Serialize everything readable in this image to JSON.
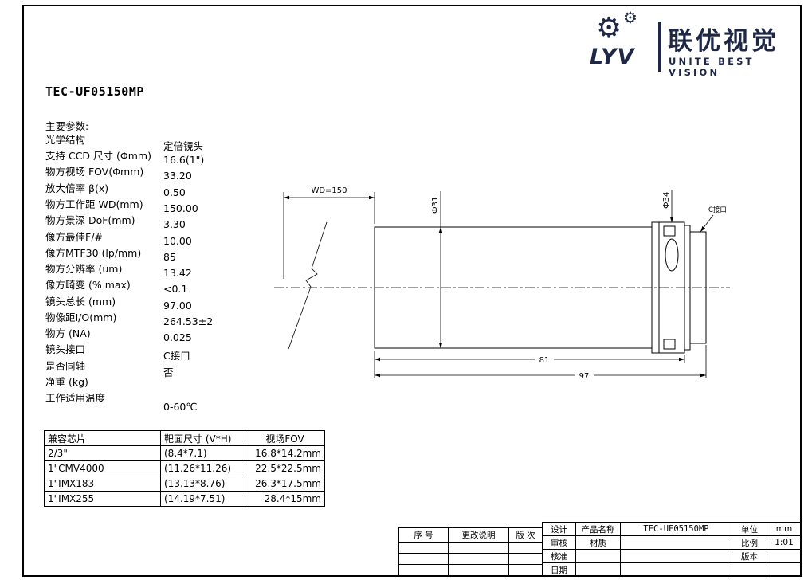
{
  "page": {
    "title": "TEC-UF05150MP",
    "section_params_label": "主要参数:"
  },
  "logo": {
    "mark": "LYV",
    "brand_cn": "联优视觉",
    "brand_en": "UNITE BEST VISION",
    "color": "#1e2746"
  },
  "params": [
    {
      "label": "光学结构",
      "value": "定倍镜头"
    },
    {
      "label": "支持 CCD 尺寸 (Φmm)",
      "value": "16.6(1\")"
    },
    {
      "label": "物方视场 FOV(Φmm)",
      "value": "33.20"
    },
    {
      "label": "放大倍率 β(x)",
      "value": "0.50"
    },
    {
      "label": "物方工作距 WD(mm)",
      "value": "150.00"
    },
    {
      "label": "物方景深 DoF(mm)",
      "value": "3.30"
    },
    {
      "label": "像方最佳F/#",
      "value": "10.00"
    },
    {
      "label": "像方MTF30 (lp/mm)",
      "value": "85"
    },
    {
      "label": "物方分辨率 (um)",
      "value": "13.42"
    },
    {
      "label": "像方畸变 (% max)",
      "value": "<0.1"
    },
    {
      "label": "镜头总长 (mm)",
      "value": "97.00"
    },
    {
      "label": "物像距I/O(mm)",
      "value": "264.53±2"
    },
    {
      "label": "物方 (NA)",
      "value": "0.025"
    },
    {
      "label": "镜头接口",
      "value": "C接口"
    },
    {
      "label": "是否同轴",
      "value": "否"
    },
    {
      "label": "净重 (kg)",
      "value": ""
    },
    {
      "label": "工作适用温度",
      "value": "0-60℃"
    }
  ],
  "drawing": {
    "wd_label": "WD=150",
    "dia_body": "Ф31",
    "dia_mount": "Ф34",
    "c_mount_label": "C接口",
    "dim_81": "81",
    "dim_97": "97"
  },
  "sensor_table": {
    "headers": [
      "兼容芯片",
      "靶面尺寸 (V*H)",
      "视场FOV"
    ],
    "rows": [
      [
        "2/3\"",
        "(8.4*7.1)",
        "16.8*14.2mm"
      ],
      [
        "1\"CMV4000",
        "(11.26*11.26)",
        "22.5*22.5mm"
      ],
      [
        "1\"IMX183",
        "(13.13*8.76)",
        "26.3*17.5mm"
      ],
      [
        "1\"IMX255",
        "(14.19*7.51)",
        "28.4*15mm"
      ]
    ]
  },
  "title_block": {
    "rev_headers": [
      "序 号",
      "更改说明",
      "版 次"
    ],
    "design_label": "设计",
    "review_label": "审核",
    "approve_label": "核准",
    "date_label": "日期",
    "product_name_label": "产品名称",
    "product_name": "TEC-UF05150MP",
    "material_label": "材质",
    "unit_label": "单位",
    "unit_value": "mm",
    "scale_label": "比例",
    "scale_value": "1:01",
    "version_label": "版本"
  }
}
